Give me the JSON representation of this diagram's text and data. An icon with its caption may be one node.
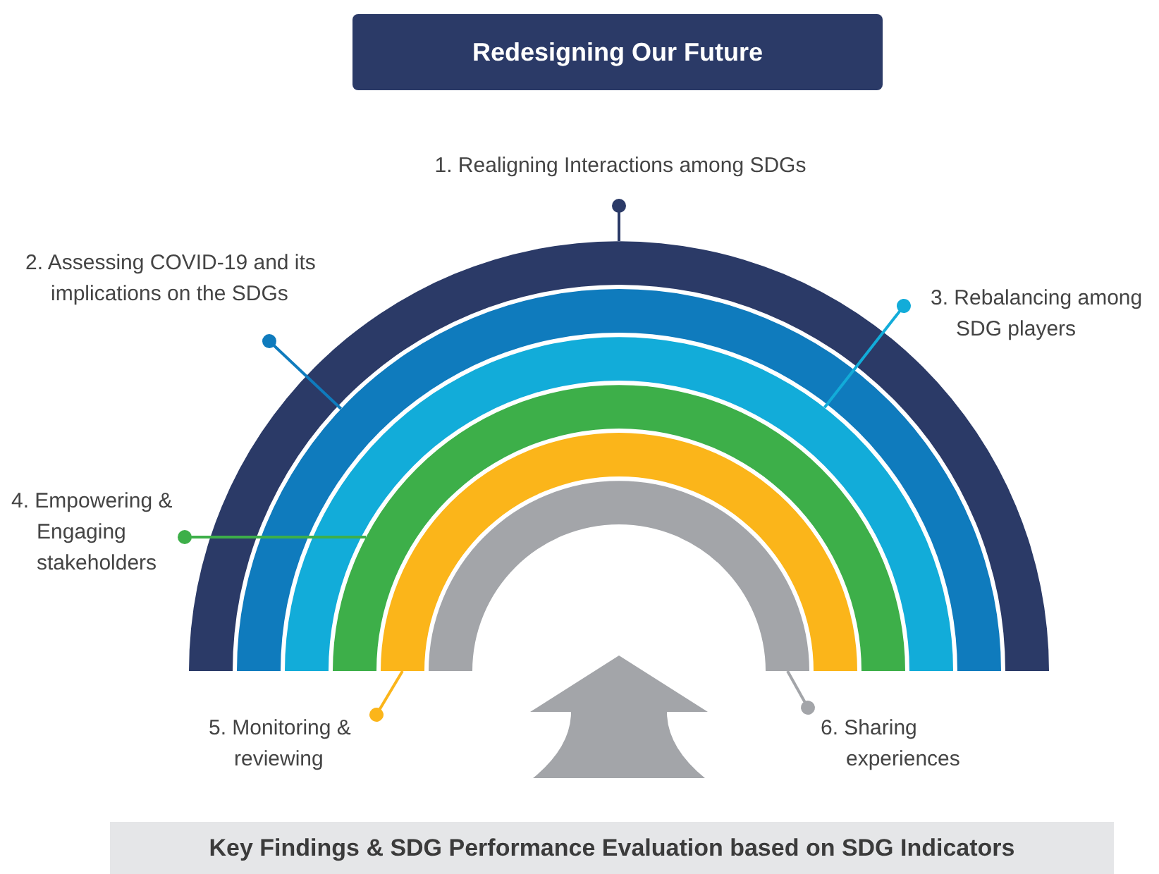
{
  "diagram": {
    "nodes": [
      {
        "text": [
          "Redesigning Our Future"
        ]
      },
      {
        "text": [
          "1. Realigning Interactions among SDGs"
        ]
      },
      {
        "text": [
          "2. Assessing COVID-19 and its implications on the SDGs"
        ]
      },
      {
        "text": [
          "3. Rebalancing among SDG players"
        ]
      },
      {
        "text": [
          "4. Empowering & Engaging stakeholders"
        ]
      },
      {
        "text": [
          "5. Monitoring & reviewing"
        ]
      },
      {
        "text": [
          "6. Sharing experiences"
        ]
      },
      {
        "text": [],
        "shape": "arc"
      },
      {
        "text": [],
        "shape": "arc"
      },
      {
        "text": [],
        "shape": "arc"
      },
      {
        "text": [],
        "shape": "arc"
      },
      {
        "text": [],
        "shape": "arc"
      },
      {
        "text": [],
        "shape": "arc"
      },
      {
        "text": [
          "Key Findings & SDG Performance Evaluation based on SDG Indicators"
        ]
      }
    ],
    "edges": [
      {
        "from": 1,
        "to": 7,
        "arrow": "other",
        "color": "#2b3a67"
      },
      {
        "from": 2,
        "to": 8,
        "arrow": "other",
        "color": "#0f7bbd"
      },
      {
        "from": 3,
        "to": 9,
        "arrow": "other",
        "color": "#12acd9"
      },
      {
        "from": 4,
        "to": 10,
        "arrow": "other",
        "color": "#3daf49"
      },
      {
        "from": 5,
        "to": 11,
        "arrow": "other",
        "color": "#fbb51a"
      },
      {
        "from": 6,
        "to": 12,
        "arrow": "other",
        "color": "#a3a5a9"
      }
    ]
  }
}
